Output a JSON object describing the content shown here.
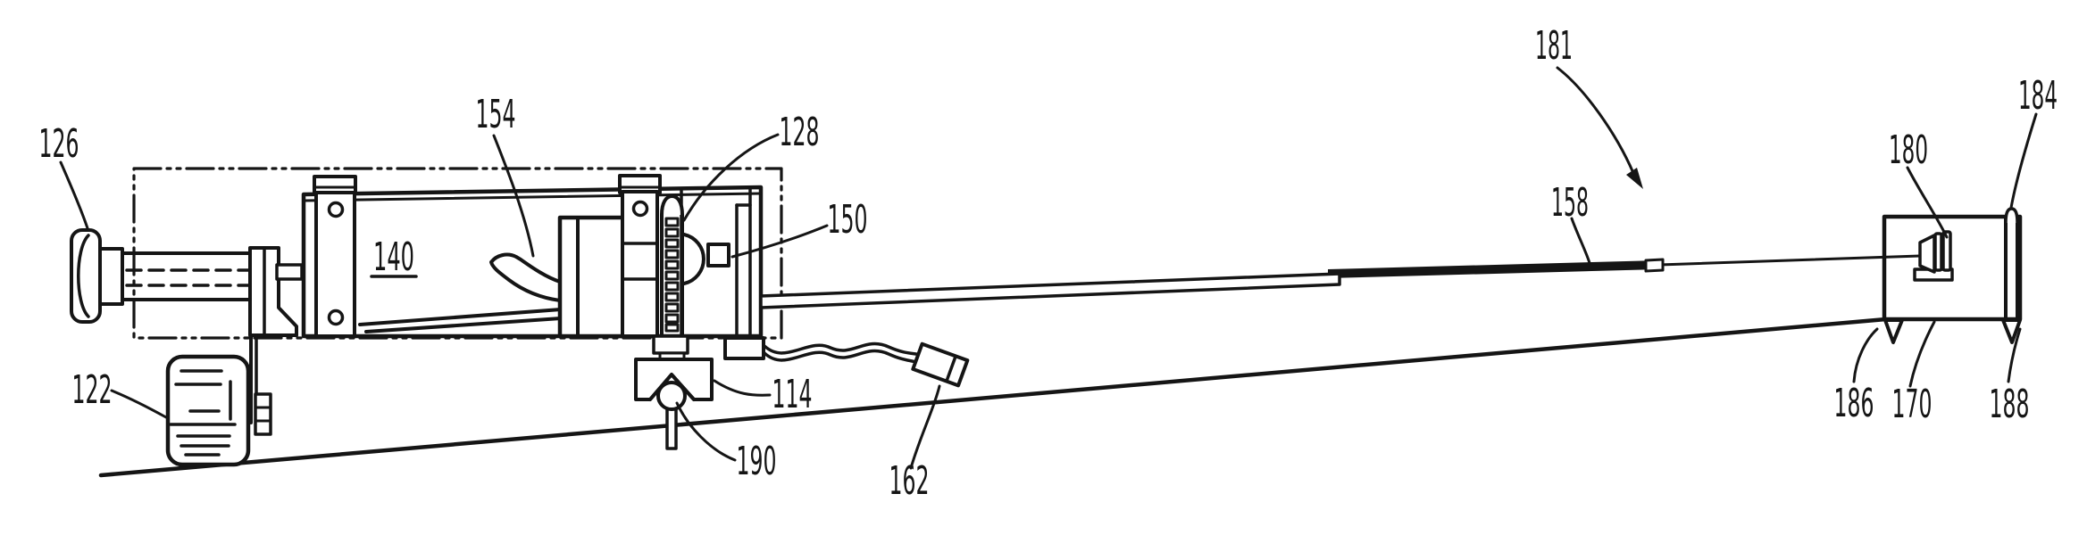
{
  "figure": {
    "kind": "patent-line-drawing",
    "ink_color": "#151515",
    "background_color": "#ffffff",
    "reference_labels": {
      "l126": "126",
      "l154": "154",
      "l128": "128",
      "l150": "150",
      "l140": "140",
      "l122": "122",
      "l114": "114",
      "l190": "190",
      "l162": "162",
      "l181": "181",
      "l158": "158",
      "l180": "180",
      "l184": "184",
      "l186": "186",
      "l170": "170",
      "l188": "188"
    }
  }
}
